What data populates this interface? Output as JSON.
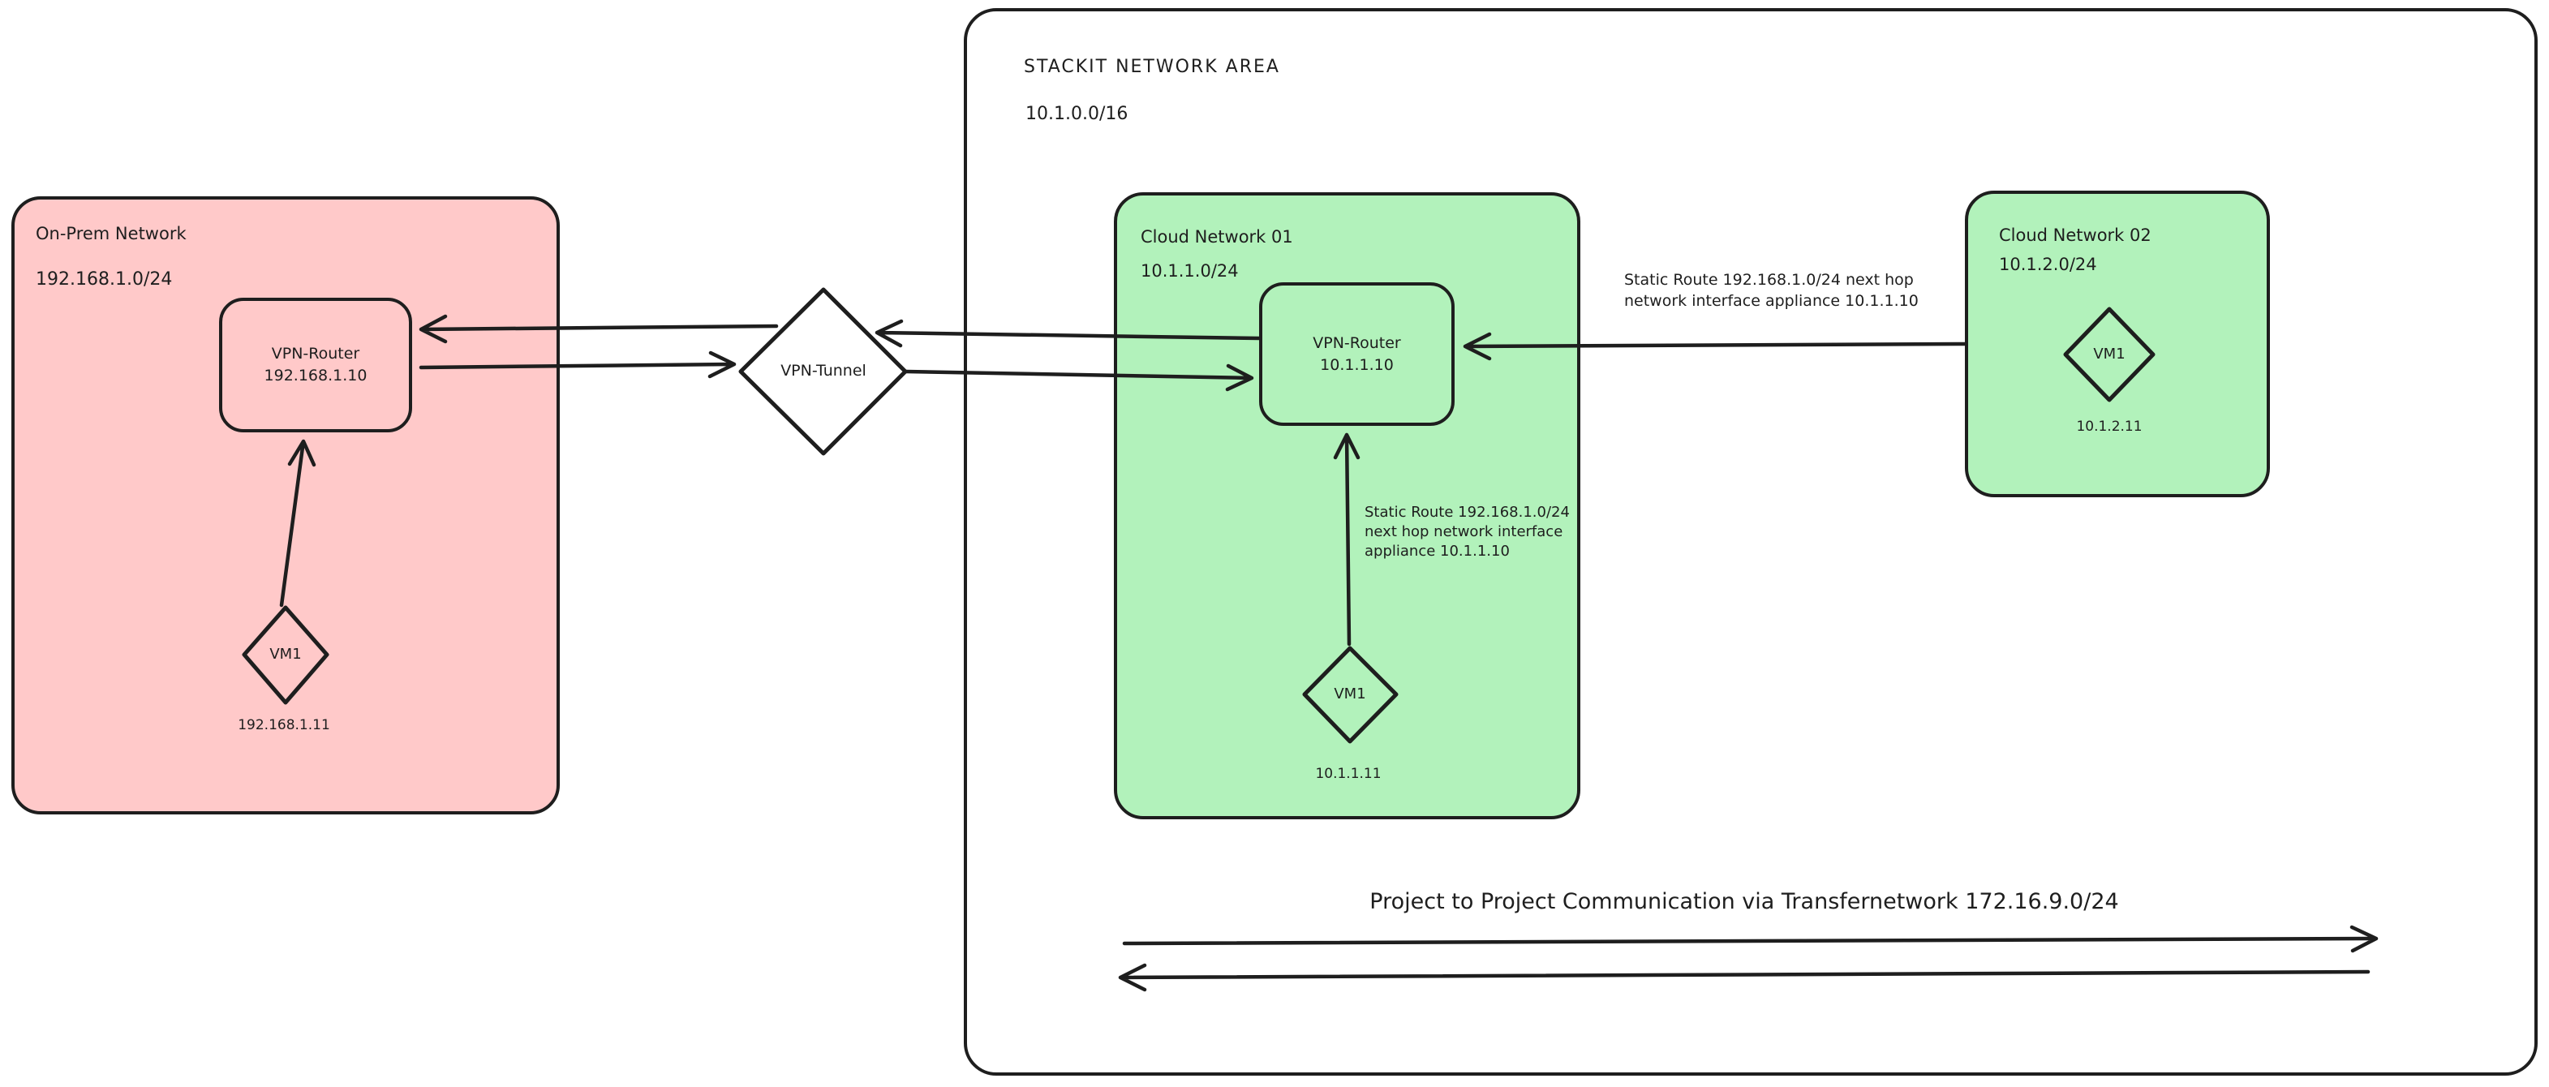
{
  "colors": {
    "background": "#ffffff",
    "ink": "#1e1e1e",
    "onprem_fill": "#ffc9c9",
    "cloud_fill": "#b2f2bb"
  },
  "stackit_area": {
    "title": "STACKIT NETWORK AREA",
    "cidr": "10.1.0.0/16"
  },
  "onprem_network": {
    "title": "On-Prem Network",
    "cidr": "192.168.1.0/24",
    "router": {
      "name": "VPN-Router",
      "ip": "192.168.1.10"
    },
    "vm": {
      "name": "VM1",
      "ip": "192.168.1.11"
    }
  },
  "vpn_tunnel": {
    "label": "VPN-Tunnel"
  },
  "cloud_network_01": {
    "title": "Cloud Network 01",
    "cidr": "10.1.1.0/24",
    "router": {
      "name": "VPN-Router",
      "ip": "10.1.1.10"
    },
    "vm": {
      "name": "VM1",
      "ip": "10.1.1.11"
    },
    "static_route_note": {
      "line1": "Static Route 192.168.1.0/24",
      "line2": "next hop network interface",
      "line3": "appliance 10.1.1.10"
    }
  },
  "cloud_network_02": {
    "title": "Cloud Network 02",
    "cidr": "10.1.2.0/24",
    "vm": {
      "name": "VM1",
      "ip": "10.1.2.11"
    },
    "static_route_note": {
      "line1": "Static Route 192.168.1.0/24 next hop",
      "line2": "network interface appliance 10.1.1.10"
    }
  },
  "transfer_note": {
    "label": "Project to Project Communication via Transfernetwork 172.16.9.0/24"
  }
}
